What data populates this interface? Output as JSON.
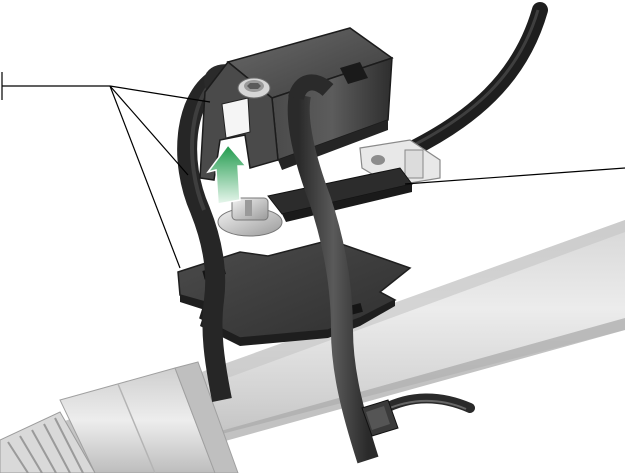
{
  "figure": {
    "parts": [
      {
        "name": "pipe"
      },
      {
        "name": "threaded-fitting"
      },
      {
        "name": "mounting-plate"
      },
      {
        "name": "sensor-bracket"
      },
      {
        "name": "hex-screw"
      },
      {
        "name": "cable"
      },
      {
        "name": "cable-lug"
      },
      {
        "name": "t-head-bolt"
      },
      {
        "name": "cable-ties"
      },
      {
        "name": "tie-lock-head"
      },
      {
        "name": "direction-arrow"
      }
    ],
    "colors": {
      "pipe_light": "#e4e4e4",
      "pipe_mid": "#cfcfcf",
      "pipe_shadow": "#a9a9a9",
      "metal_dark": "#3a3a3a",
      "metal_mid": "#5a5a5a",
      "metal_light": "#8a8a8a",
      "tie_dark": "#2b2b2b",
      "tie_light": "#6e6e6e",
      "lug_light": "#e9e9e9",
      "arrow_green": "#2fa55a",
      "arrow_light": "#dff3e6",
      "leader_line": "#000000"
    },
    "callouts": [
      {
        "id": "left-callout",
        "label": ""
      },
      {
        "id": "right-callout",
        "label": ""
      }
    ]
  }
}
